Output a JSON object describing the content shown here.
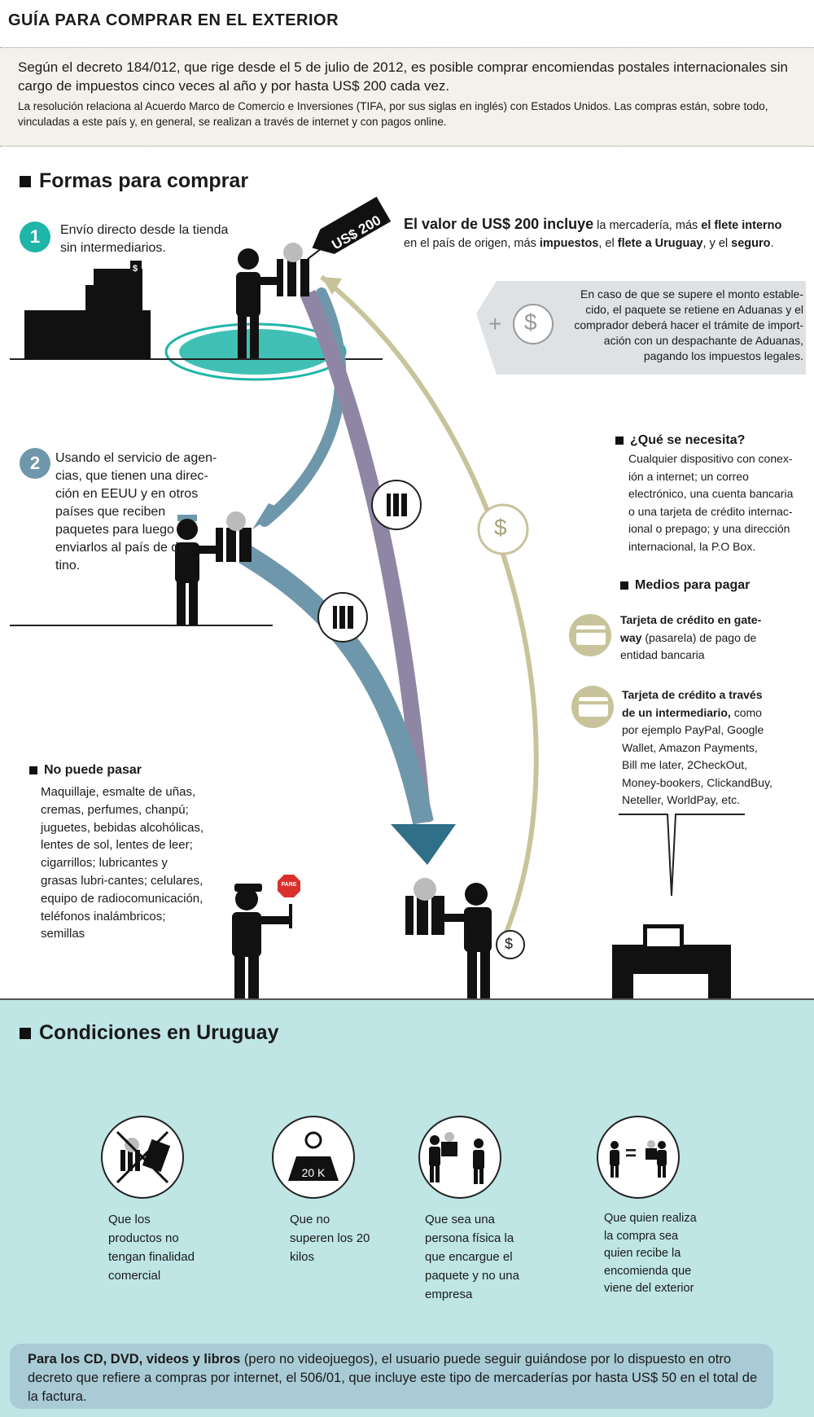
{
  "header": {
    "title": "GUÍA PARA COMPRAR EN EL EXTERIOR"
  },
  "intro": {
    "main": "Según el decreto 184/012, que rige desde el 5 de julio de 2012, es posible comprar encomiendas postales internacionales sin cargo de impuestos cinco veces al año y por hasta US$ 200 cada vez.",
    "sub": "La resolución relaciona al Acuerdo Marco de Comercio e Inversiones (TIFA, por sus siglas en inglés) con Estados Unidos. Las compras están, sobre todo, vinculadas a este país y, en general, se realizan a través de internet y con pagos online."
  },
  "formas": {
    "title": "Formas para comprar"
  },
  "step1": {
    "num": "1",
    "text": "Envío directo desde la tienda sin intermediarios."
  },
  "step2": {
    "num": "2",
    "text": "Usando el servicio de agen-cias, que tienen una direc-ción en EEUU y en otros países que reciben paquetes para luego enviarlos al país de des-tino."
  },
  "tag": {
    "label": "US$ 200"
  },
  "valor": {
    "lead": "El valor de US$ 200 incluye",
    "t1": " la mercadería, más ",
    "b1": "el flete interno",
    "t2": " en el país de origen, más ",
    "b2": "impuestos",
    "t3": ", el ",
    "b3": "flete a Uruguay",
    "t4": ", y el ",
    "b4": "seguro",
    "t5": "."
  },
  "exceso": {
    "plus": "+",
    "dollar": "$",
    "text": "En caso de que se supere el monto estable-cido, el paquete se retiene en Aduanas y el comprador deberá hacer el trámite de import-ación con un despachante de Aduanas, pagando los impuestos legales."
  },
  "necesita": {
    "title": "¿Qué se necesita?",
    "text": "Cualquier dispositivo con conex-ión a internet; un correo electrónico, una cuenta bancaria o una tarjeta de crédito internac-ional o prepago; y una dirección internacional, la P.O Box."
  },
  "medios": {
    "title": "Medios para pagar",
    "m1_bold": "Tarjeta de crédito en gate-way",
    "m1_text": " (pasarela) de pago de entidad bancaria",
    "m2_bold": "Tarjeta de crédito a través de un intermediario,",
    "m2_text": " como por ejemplo PayPal, Google Wallet, Amazon Payments, Bill me later, 2CheckOut, Money-bookers, ClickandBuy, Neteller, WorldPay, etc."
  },
  "nopuede": {
    "title": "No puede pasar",
    "text": "Maquillaje, esmalte de uñas, cremas, perfumes, chanpú; juguetes, bebidas alcohólicas, lentes de sol, lentes de leer; cigarrillos; lubricantes y grasas lubri-cantes; celulares, equipo de radiocomunicación, teléfonos inalámbricos; semillas"
  },
  "icons": {
    "pare": "PARE",
    "dollar": "$",
    "weight": "20 K",
    "equals": "="
  },
  "condiciones": {
    "title": "Condiciones en Uruguay",
    "items": [
      "Que los productos no tengan finalidad comercial",
      "Que no superen los 20 kilos",
      "Que sea una persona física la que encargue el paquete y no una empresa",
      "Que quien realiza la compra sea quien recibe la encomienda que viene del exterior"
    ]
  },
  "note": {
    "bold": "Para los CD, DVD, videos y libros",
    "text": " (pero no videojuegos), el usuario puede seguir guiándose por lo dispuesto en otro decreto que refiere a compras por internet, el 506/01, que incluye este tipo de mercaderías por hasta US$ 50 en el total de la factura."
  },
  "colors": {
    "teal": "#1fb5a8",
    "steel": "#6f97ab",
    "purple": "#8f86a5",
    "khaki": "#c8c39a",
    "grey": "#dfe2e4",
    "aqua": "#bfe5e5"
  }
}
